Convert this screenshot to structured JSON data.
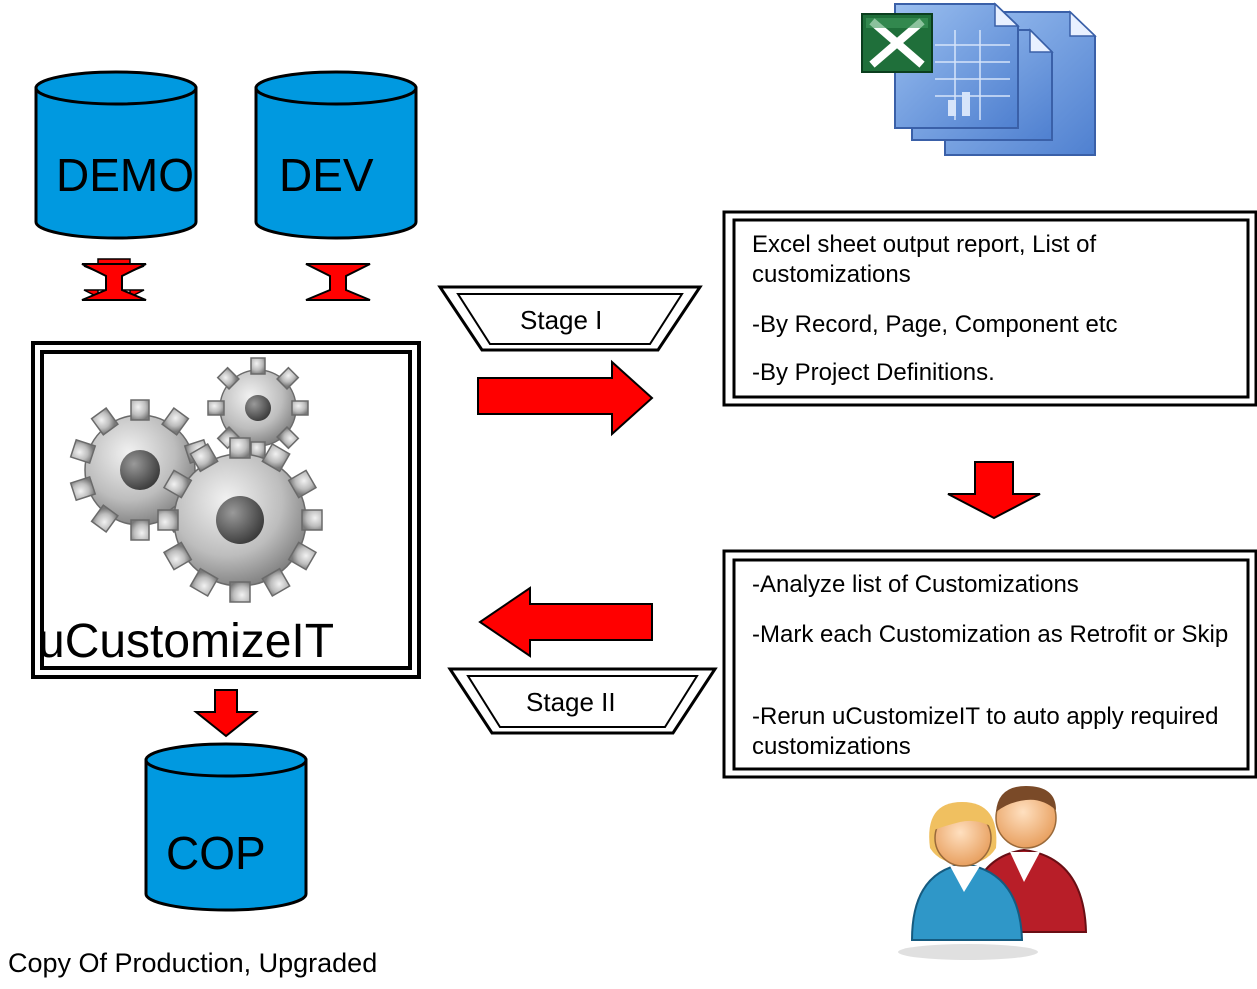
{
  "databases": {
    "demo": "DEMO",
    "dev": "DEV",
    "cop": "COP"
  },
  "tool": {
    "name": "uCustomizeIT"
  },
  "stages": {
    "stage1": "Stage I",
    "stage2": "Stage II"
  },
  "report_box": {
    "line1": "Excel sheet output report, List of customizations",
    "line2": "-By Record, Page, Component etc",
    "line3": "-By Project Definitions."
  },
  "action_box": {
    "line1": "-Analyze list of Customizations",
    "line2": "-Mark each Customization as Retrofit or Skip",
    "line3": "-Rerun uCustomizeIT to auto apply required customizations"
  },
  "cop_caption": "Copy Of Production, Upgraded",
  "colors": {
    "db_fill": "#0099e0",
    "arrow_fill": "#ff0000",
    "excel_blue": "#6f9fe0",
    "gear_gray": "#b8b8b8"
  },
  "icons": [
    "excel-icon",
    "gears-icon",
    "users-icon"
  ]
}
